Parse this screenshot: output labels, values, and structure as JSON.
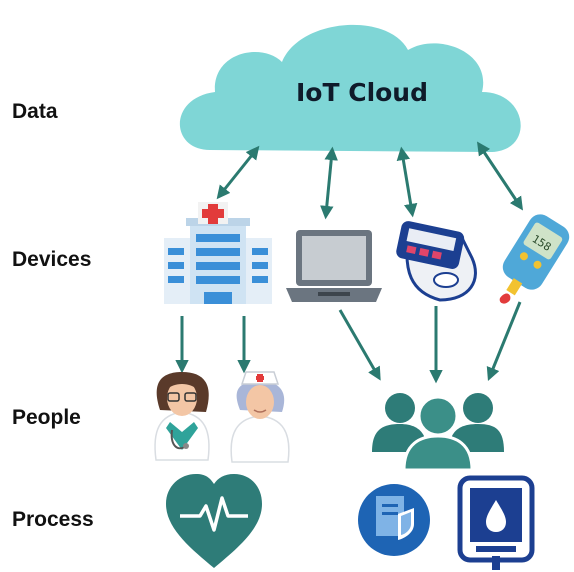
{
  "rows": {
    "data": "Data",
    "devices": "Devices",
    "people": "People",
    "process": "Process"
  },
  "cloud": {
    "title": "IoT Cloud",
    "color": "#7fd6d6"
  },
  "devices": {
    "glucose_reading": "158"
  },
  "colors": {
    "arrow": "#2b7a70",
    "teal_dark": "#2e7c78",
    "blue_device": "#1c3f91",
    "hospital_blue": "#3a8fd8",
    "laptop_gray": "#6b7580"
  },
  "icons": {
    "hospital": "hospital-icon",
    "laptop": "laptop-icon",
    "smartwatch": "blood-pressure-watch-icon",
    "glucometer": "glucometer-icon",
    "doctor": "doctor-icon",
    "nurse": "nurse-icon",
    "group": "people-group-icon",
    "heart": "heartbeat-icon",
    "security": "shield-document-icon",
    "blood_meter": "blood-meter-icon"
  }
}
